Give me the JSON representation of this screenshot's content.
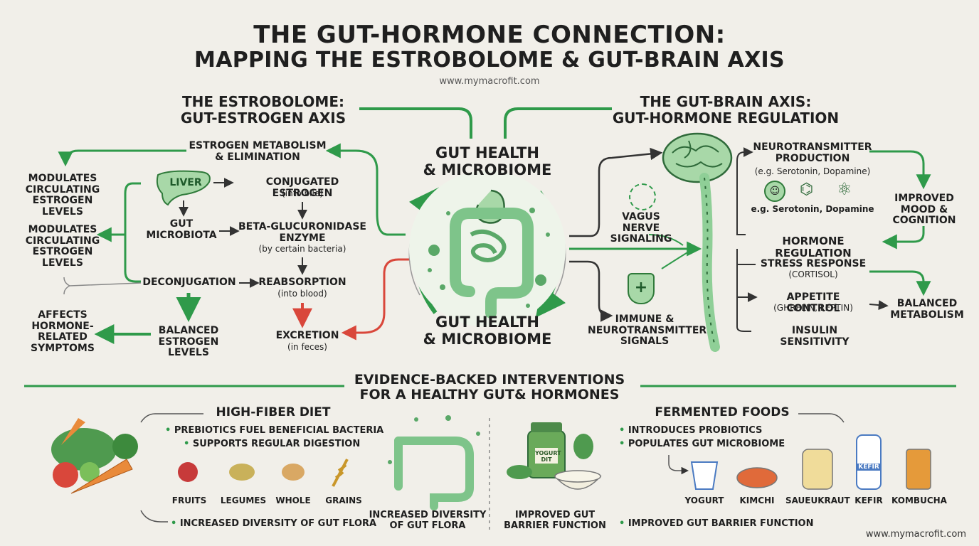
{
  "header": {
    "title_line1": "THE GUT-HORMONE CONNECTION:",
    "title_line2": "MAPPING THE ESTROBOLOME & GUT-BRAIN AXIS",
    "url": "www.mymacrofit.com"
  },
  "estrobolome": {
    "heading_line1": "THE ESTROBOLOME:",
    "heading_line2": "GUT-ESTROGEN AXIS",
    "metabolism_line1": "ESTROGEN METABOLISM",
    "metabolism_line2": "& ELIMINATION",
    "modulates1": [
      "MODULATES",
      "CIRCULATING",
      "ESTROGEN",
      "LEVELS"
    ],
    "modulates2": [
      "MODULATES",
      "CIRCULATING",
      "ESTROGEN",
      "LEVELS"
    ],
    "liver": "LIVER",
    "conjugated": "CONJUGATED ESTROGEN",
    "conjugated_sub": "(into bile)",
    "gut_microbiota_line1": "GUT",
    "gut_microbiota_line2": "MICROBIOTA",
    "beta_line1": "BETA-GLUCURONIDASE",
    "beta_line2": "ENZYME",
    "beta_sub": "(by certain bacteria)",
    "deconjugation": "DECONJUGATION",
    "reabsorption": "REABSORPTION",
    "reabsorption_sub": "(into blood)",
    "affects": [
      "AFFECTS",
      "HORMONE-",
      "RELATED",
      "SYMPTOMS"
    ],
    "balanced": [
      "BALANCED",
      "ESTROGEN",
      "LEVELS"
    ],
    "excretion": "EXCRETION",
    "excretion_sub": "(in feces)"
  },
  "center": {
    "top_line1": "GUT HEALTH",
    "top_line2": "& MICROBIOME",
    "bottom_line1": "GUT HEALTH",
    "bottom_line2": "& MICROBIOME"
  },
  "gut_brain": {
    "heading_line1": "THE GUT-BRAIN AXIS:",
    "heading_line2": "GUT-HORMONE REGULATION",
    "vagus_line1": "VAGUS NERVE",
    "vagus_line2": "SIGNALING",
    "immune": [
      "IMMUNE &",
      "NEUROTRANSMITTER",
      "SIGNALS"
    ],
    "neuro_line1": "NEUROTRANSMITTER",
    "neuro_line2": "PRODUCTION",
    "neuro_sub": "(e.g. Serotonin, Dopamine)",
    "neuro_sub2": "e.g. Serotonin, Dopamine",
    "improved": [
      "IMPROVED",
      "MOOD &",
      "COGNITION"
    ],
    "hormone_reg": "HORMONE REGULATION",
    "stress": "STRESS RESPONSE",
    "stress_sub": "(CORTISOL)",
    "appetite": "APPETITE CONTROL",
    "appetite_sub": "(GHRELIN, LEPTIN)",
    "insulin": "INSULIN SENSITIVITY",
    "balanced_metab_line1": "BALANCED",
    "balanced_metab_line2": "METABOLISM"
  },
  "interventions": {
    "heading_line1": "EVIDENCE-BACKED INTERVENTIONS",
    "heading_line2": "FOR A HEALTHY GUT& HORMONES",
    "fiber_title": "HIGH-FIBER DIET",
    "fiber_bullets": [
      "PREBIOTICS FUEL BENEFICIAL BACTERIA",
      "SUPPORTS REGULAR DIGESTION"
    ],
    "fiber_foods": [
      "FRUITS",
      "LEGUMES",
      "WHOLE",
      "GRAINS"
    ],
    "fiber_result": "INCREASED DIVERSITY OF GUT FLORA",
    "mid_diversity_line1": "INCREASED DIVERSITY",
    "mid_diversity_line2": "OF GUT FLORA",
    "yogurt_jar": "YOGURT",
    "yogurt_jar2": "DIT",
    "mid_barrier_line1": "IMPROVED GUT",
    "mid_barrier_line2": "BARRIER FUNCTION",
    "fermented_title": "FERMENTED FOODS",
    "fermented_bullets": [
      "INTRODUCES PROBIOTICS",
      "POPULATES GUT MICROBIOME"
    ],
    "fermented_foods": [
      "YOGURT",
      "KIMCHI",
      "SAUEUKRAUT",
      "KEFIR",
      "KOMBUCHA"
    ],
    "kefir_bottle": "KEFIR",
    "fermented_result": "IMPROVED GUT BARRIER FUNCTION"
  },
  "footer": {
    "url": "www.mymacrofit.com"
  },
  "colors": {
    "green": "#2f9a4a",
    "light_green": "#8fcf97",
    "red": "#d9473b",
    "background": "#f1efe9"
  }
}
